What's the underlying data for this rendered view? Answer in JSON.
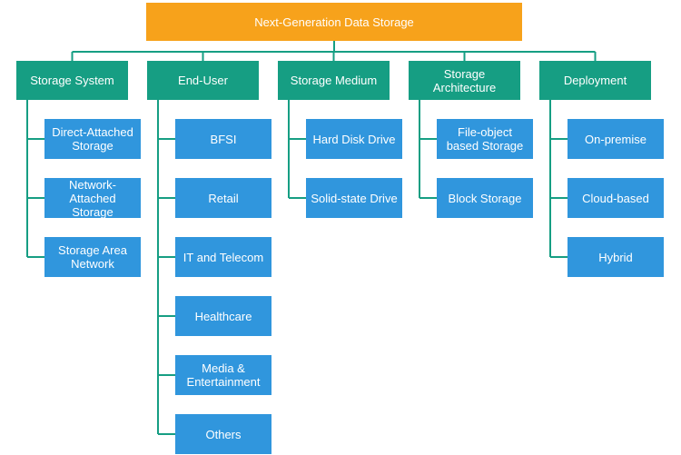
{
  "title": "Next-Generation Data Storage",
  "categories": [
    {
      "label": "Storage System",
      "items": [
        "Direct-Attached Storage",
        "Network-Attached Storage",
        "Storage Area Network"
      ]
    },
    {
      "label": "End-User",
      "items": [
        "BFSI",
        "Retail",
        "IT and Telecom",
        "Healthcare",
        "Media & Entertainment",
        "Others"
      ]
    },
    {
      "label": "Storage Medium",
      "items": [
        "Hard Disk Drive",
        "Solid-state Drive"
      ]
    },
    {
      "label": "Storage Architecture",
      "items": [
        "File-object based Storage",
        "Block Storage"
      ]
    },
    {
      "label": "Deployment",
      "items": [
        "On-premise",
        "Cloud-based",
        "Hybrid"
      ]
    }
  ],
  "colors": {
    "root": "#f7a21b",
    "category": "#169e83",
    "leaf": "#3096dd",
    "connector": "#169e83"
  }
}
